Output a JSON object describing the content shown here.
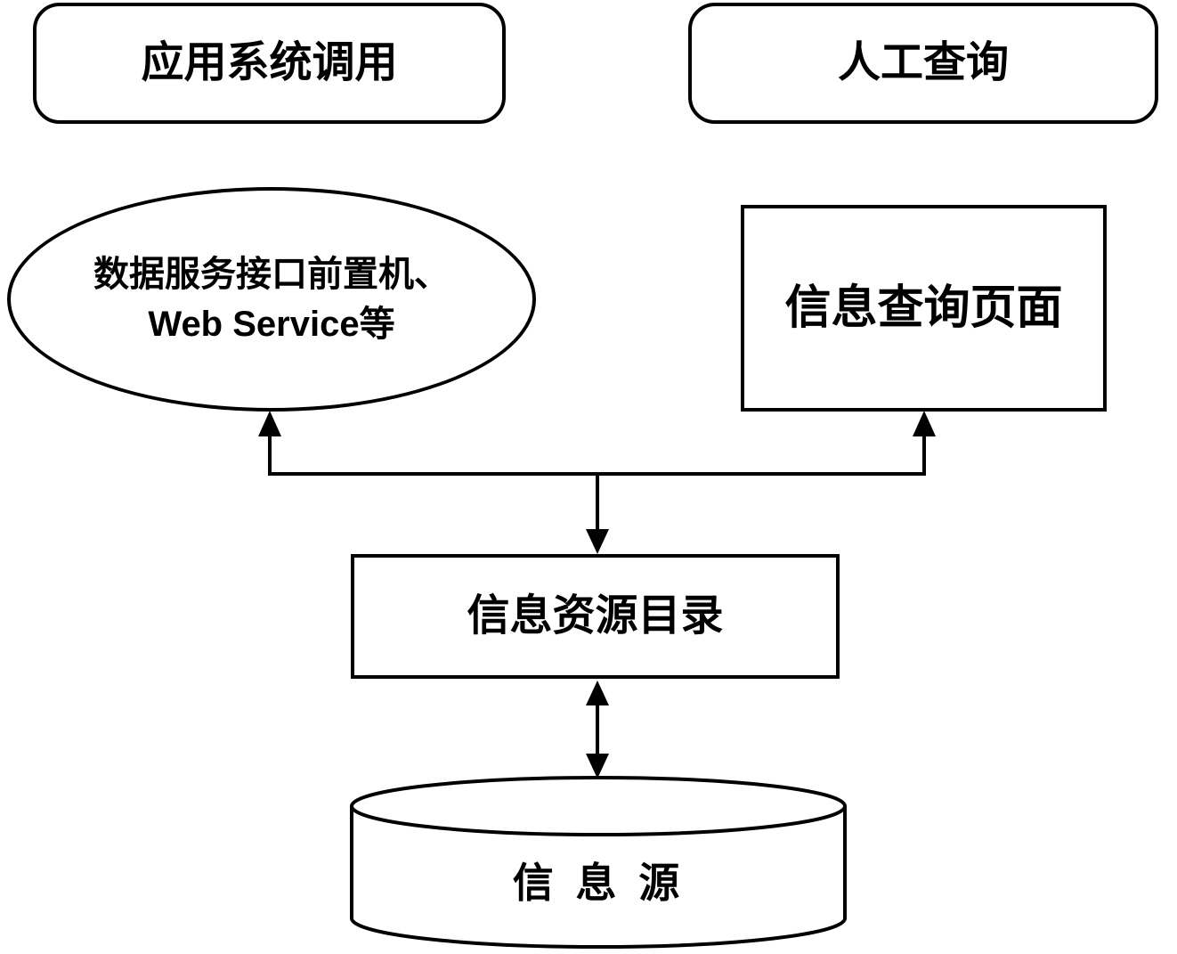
{
  "diagram": {
    "background_color": "#ffffff",
    "stroke_color": "#000000",
    "nodes": {
      "app_system_call": {
        "label": "应用系统调用",
        "shape": "rounded-rectangle"
      },
      "manual_query": {
        "label": "人工查询",
        "shape": "rounded-rectangle"
      },
      "data_service_frontend": {
        "label_line1": "数据服务接口前置机、",
        "label_line2": "Web Service等",
        "shape": "ellipse"
      },
      "info_query_page": {
        "label": "信息查询页面",
        "shape": "rectangle"
      },
      "info_resource_catalog": {
        "label": "信息资源目录",
        "shape": "rectangle"
      },
      "info_source": {
        "label": "信 息 源",
        "shape": "cylinder"
      }
    },
    "edges": [
      {
        "from": "trunk-connector",
        "to": "data_service_frontend",
        "direction": "up-arrow"
      },
      {
        "from": "trunk-connector",
        "to": "info_query_page",
        "direction": "up-arrow"
      },
      {
        "from": "trunk-connector",
        "to": "info_resource_catalog",
        "direction": "down-arrow"
      },
      {
        "from": "info_resource_catalog",
        "to": "info_source",
        "direction": "bidirectional-arrow"
      }
    ]
  }
}
